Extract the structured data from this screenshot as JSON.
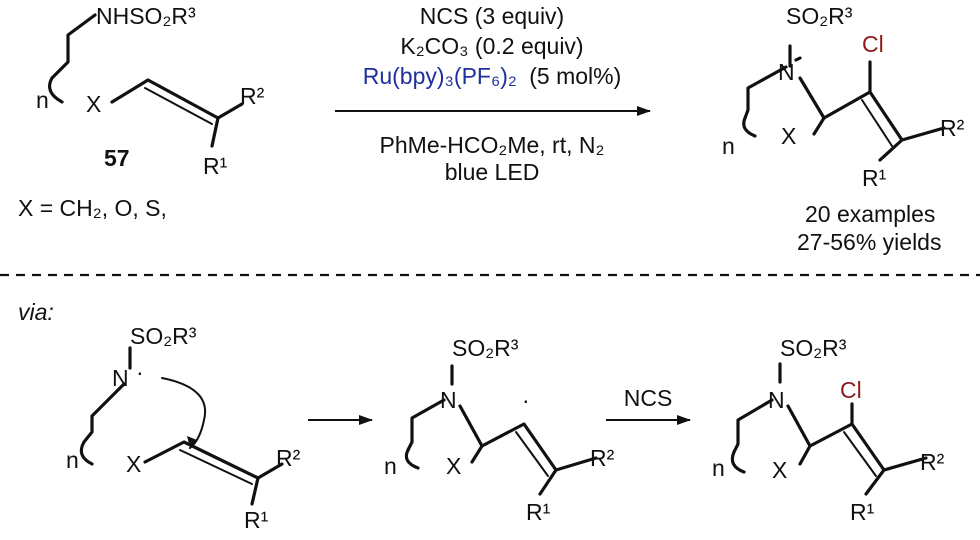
{
  "colors": {
    "text": "#111111",
    "catalyst": "#1f2f9e",
    "chlorine": "#8b1a1a"
  },
  "substrate": {
    "id": "57",
    "x_definition": "X = CH₂, O, S,",
    "nh_group": "NHSO₂R³",
    "n_label": "n",
    "x_label": "X",
    "r1": "R¹",
    "r2": "R²"
  },
  "conditions": {
    "reagent": "NCS (3 equiv)",
    "base": "K₂CO₃ (0.2 equiv)",
    "catalyst": "Ru(bpy)₃(PF₆)₂",
    "catalyst_loading": "(5 mol%)",
    "solvent": "PhMe-HCO₂Me, rt, N₂",
    "light": "blue LED"
  },
  "product": {
    "so2": "SO₂R³",
    "n_atom": "N",
    "cl": "Cl",
    "n_label": "n",
    "x_label": "X",
    "r1": "R¹",
    "r2": "R²",
    "examples": "20 examples",
    "yields": "27-56% yields"
  },
  "mechanism": {
    "via_label": "via:",
    "step2_reagent": "NCS",
    "radical_n": {
      "so2": "SO₂R³",
      "n_atom": "N",
      "radical_dot": "·",
      "n_label": "n",
      "x_label": "X",
      "r1": "R¹",
      "r2": "R²"
    },
    "vinyl_radical": {
      "so2": "SO₂R³",
      "n_atom": "N",
      "radical_dot": "·",
      "n_label": "n",
      "x_label": "X",
      "r1": "R¹",
      "r2": "R²"
    },
    "final": {
      "so2": "SO₂R³",
      "n_atom": "N",
      "cl": "Cl",
      "n_label": "n",
      "x_label": "X",
      "r1": "R¹",
      "r2": "R²"
    }
  }
}
